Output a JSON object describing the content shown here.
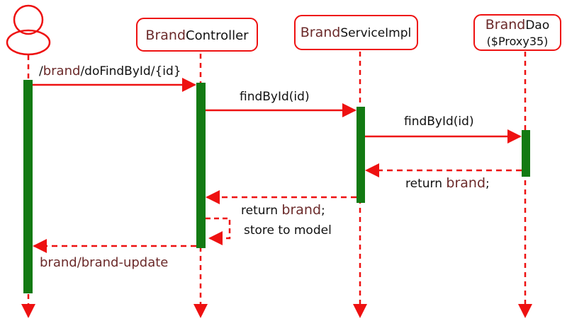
{
  "colors": {
    "stroke": "#ee1111",
    "activation": "#137a13",
    "brand_text": "#6b2a2a",
    "text": "#111111"
  },
  "participants": [
    {
      "id": "user",
      "kind": "actor-icon"
    },
    {
      "id": "controller",
      "brand": "Brand",
      "rest": "Controller"
    },
    {
      "id": "service",
      "brand": "Brand",
      "rest": "ServiceImpl"
    },
    {
      "id": "dao",
      "brand": "Brand",
      "rest": "Dao",
      "line2": "($Proxy35)"
    }
  ],
  "messages": {
    "m1": {
      "slash": "/",
      "brand": "brand",
      "rest": "/doFindById/{id}"
    },
    "m2": {
      "label": "findById(id)"
    },
    "m3": {
      "label": "findById(id)"
    },
    "r1": {
      "pre": "return ",
      "brand": "brand",
      "post": ";"
    },
    "r2": {
      "pre": "return ",
      "brand": "brand",
      "post": ";",
      "line2": "store to model"
    },
    "r3": {
      "label": "brand/brand-update"
    }
  }
}
